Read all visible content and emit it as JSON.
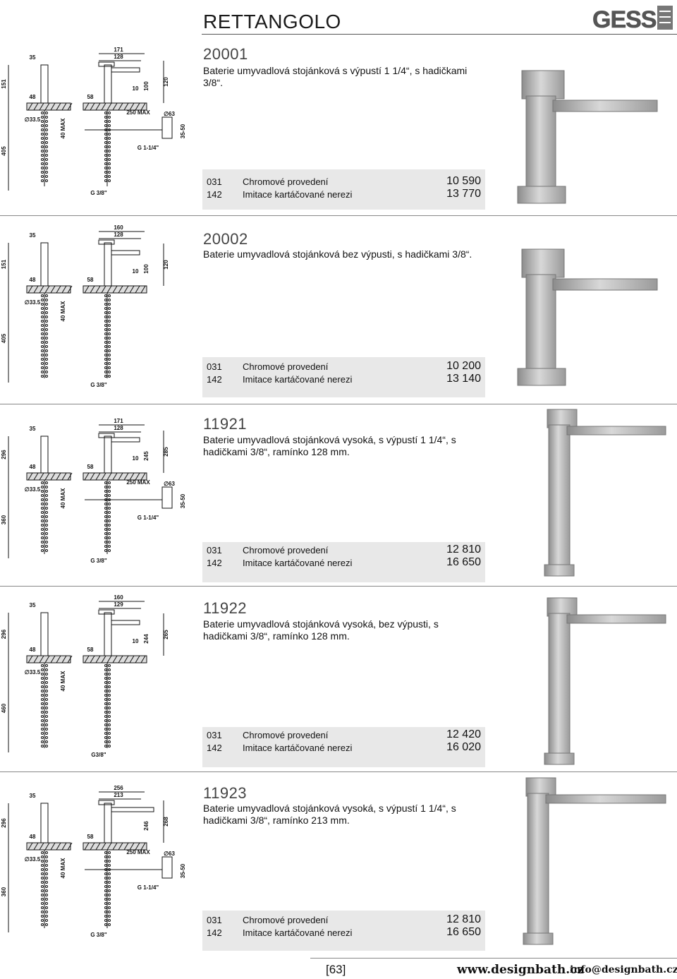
{
  "header": {
    "title": "RETTANGOLO",
    "logo_text": "GESSI"
  },
  "sections": [
    {
      "code": "20001",
      "description": "Baterie umyvadlová stojánková s výpustí 1 1/4“, s hadičkami 3/8“.",
      "prices": [
        {
          "code": "031",
          "name": "Chromové provedení",
          "price": "10 590"
        },
        {
          "code": "142",
          "name": "Imitace kartáčované nerezi",
          "price": "13 770"
        }
      ],
      "dims": {
        "top_w": "171",
        "inner_w": "128",
        "left_w": "35",
        "h1": "151",
        "h2": "405",
        "d1": "48",
        "d2": "58",
        "angle": "10",
        "a": "100",
        "b": "120",
        "max": "250 MAX",
        "thick": "40 MAX",
        "dia": "33.5",
        "drain": "63",
        "thread": "G 1-1/4\"",
        "range": "35-50",
        "hose": "G 3/8\""
      }
    },
    {
      "code": "20002",
      "description": "Baterie umyvadlová stojánková bez výpusti, s hadičkami 3/8“.",
      "prices": [
        {
          "code": "031",
          "name": "Chromové provedení",
          "price": "10 200"
        },
        {
          "code": "142",
          "name": "Imitace kartáčované nerezi",
          "price": "13 140"
        }
      ],
      "dims": {
        "top_w": "160",
        "inner_w": "128",
        "left_w": "35",
        "h1": "151",
        "h2": "405",
        "d1": "48",
        "d2": "58",
        "angle": "10",
        "a": "100",
        "b": "120",
        "thick": "40 MAX",
        "dia": "33.5",
        "hose": "G 3/8\""
      }
    },
    {
      "code": "11921",
      "description": "Baterie umyvadlová stojánková vysoká, s výpustí 1 1/4“, s hadičkami 3/8“, ramínko 128 mm.",
      "prices": [
        {
          "code": "031",
          "name": "Chromové provedení",
          "price": "12 810"
        },
        {
          "code": "142",
          "name": "Imitace kartáčované nerezi",
          "price": "16 650"
        }
      ],
      "dims": {
        "top_w": "171",
        "inner_w": "128",
        "left_w": "35",
        "h1": "296",
        "h2": "360",
        "d1": "48",
        "d2": "58",
        "angle": "10",
        "a": "245",
        "b": "285",
        "max": "250 MAX",
        "thick": "40 MAX",
        "dia": "33.5",
        "drain": "63",
        "thread": "G 1-1/4\"",
        "range": "35-50",
        "hose": "G 3/8\""
      }
    },
    {
      "code": "11922",
      "description": "Baterie umyvadlová stojánková vysoká, bez výpusti, s hadičkami 3/8“, ramínko 128 mm.",
      "prices": [
        {
          "code": "031",
          "name": "Chromové provedení",
          "price": "12 420"
        },
        {
          "code": "142",
          "name": "Imitace kartáčované nerezi",
          "price": "16 020"
        }
      ],
      "dims": {
        "top_w": "160",
        "inner_w": "129",
        "left_w": "35",
        "h1": "296",
        "h2": "460",
        "d1": "48",
        "d2": "58",
        "angle": "10",
        "a": "244",
        "b": "265",
        "thick": "40 MAX",
        "dia": "33.5",
        "hose": "G3/8\""
      }
    },
    {
      "code": "11923",
      "description": "Baterie umyvadlová stojánková vysoká, s výpustí 1 1/4“, s hadičkami 3/8“, ramínko 213 mm.",
      "prices": [
        {
          "code": "031",
          "name": "Chromové provedení",
          "price": "12 810"
        },
        {
          "code": "142",
          "name": "Imitace kartáčované nerezi",
          "price": "16 650"
        }
      ],
      "dims": {
        "top_w": "256",
        "inner_w": "213",
        "left_w": "35",
        "h1": "296",
        "h2": "360",
        "d1": "48",
        "d2": "58",
        "angle": "",
        "a": "246",
        "b": "268",
        "max": "250 MAX",
        "thick": "40 MAX",
        "dia": "33.5",
        "drain": "63",
        "thread": "G 1-1/4\"",
        "range": "35-50",
        "hose": "G 3/8\""
      }
    }
  ],
  "footer": {
    "page": "[63]",
    "web": "www.designbath.cz",
    "mail": "info@designbath.cz"
  },
  "colors": {
    "price_box": "#e8e8e8",
    "steel": "#b9b9b9"
  }
}
